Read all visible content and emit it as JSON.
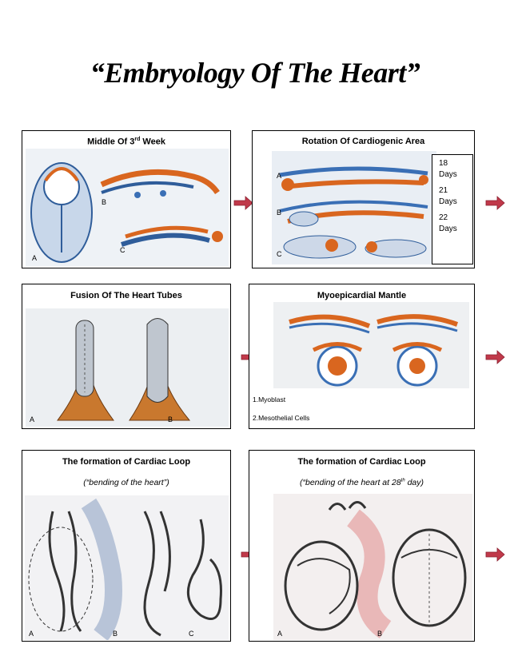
{
  "title": "“Embryology Of The Heart”",
  "panels": {
    "p1": {
      "title_main": "Middle Of 3",
      "title_sup": "rd",
      "title_tail": " Week"
    },
    "p2": {
      "title": "Rotation Of Cardiogenic Area",
      "days": [
        "18 Days",
        "21 Days",
        "22 Days"
      ]
    },
    "p3": {
      "title": "Fusion Of The Heart Tubes"
    },
    "p4": {
      "title": "Myoepicardial Mantle",
      "items": [
        "1.Myoblast",
        "2.Mesothelial Cells"
      ]
    },
    "p5": {
      "title": "The formation of Cardiac Loop",
      "subtitle": "(“bending of the heart”)"
    },
    "p6": {
      "title": "The formation of Cardiac Loop",
      "subtitle_main": "(“bending of the heart at 28",
      "subtitle_sup": "th",
      "subtitle_tail": " day)"
    }
  },
  "colors": {
    "arrow": "#c0394a",
    "tissue_orange": "#d9661f",
    "tissue_blue": "#3a6fb5"
  },
  "icons": [
    "right-arrow-icon"
  ]
}
